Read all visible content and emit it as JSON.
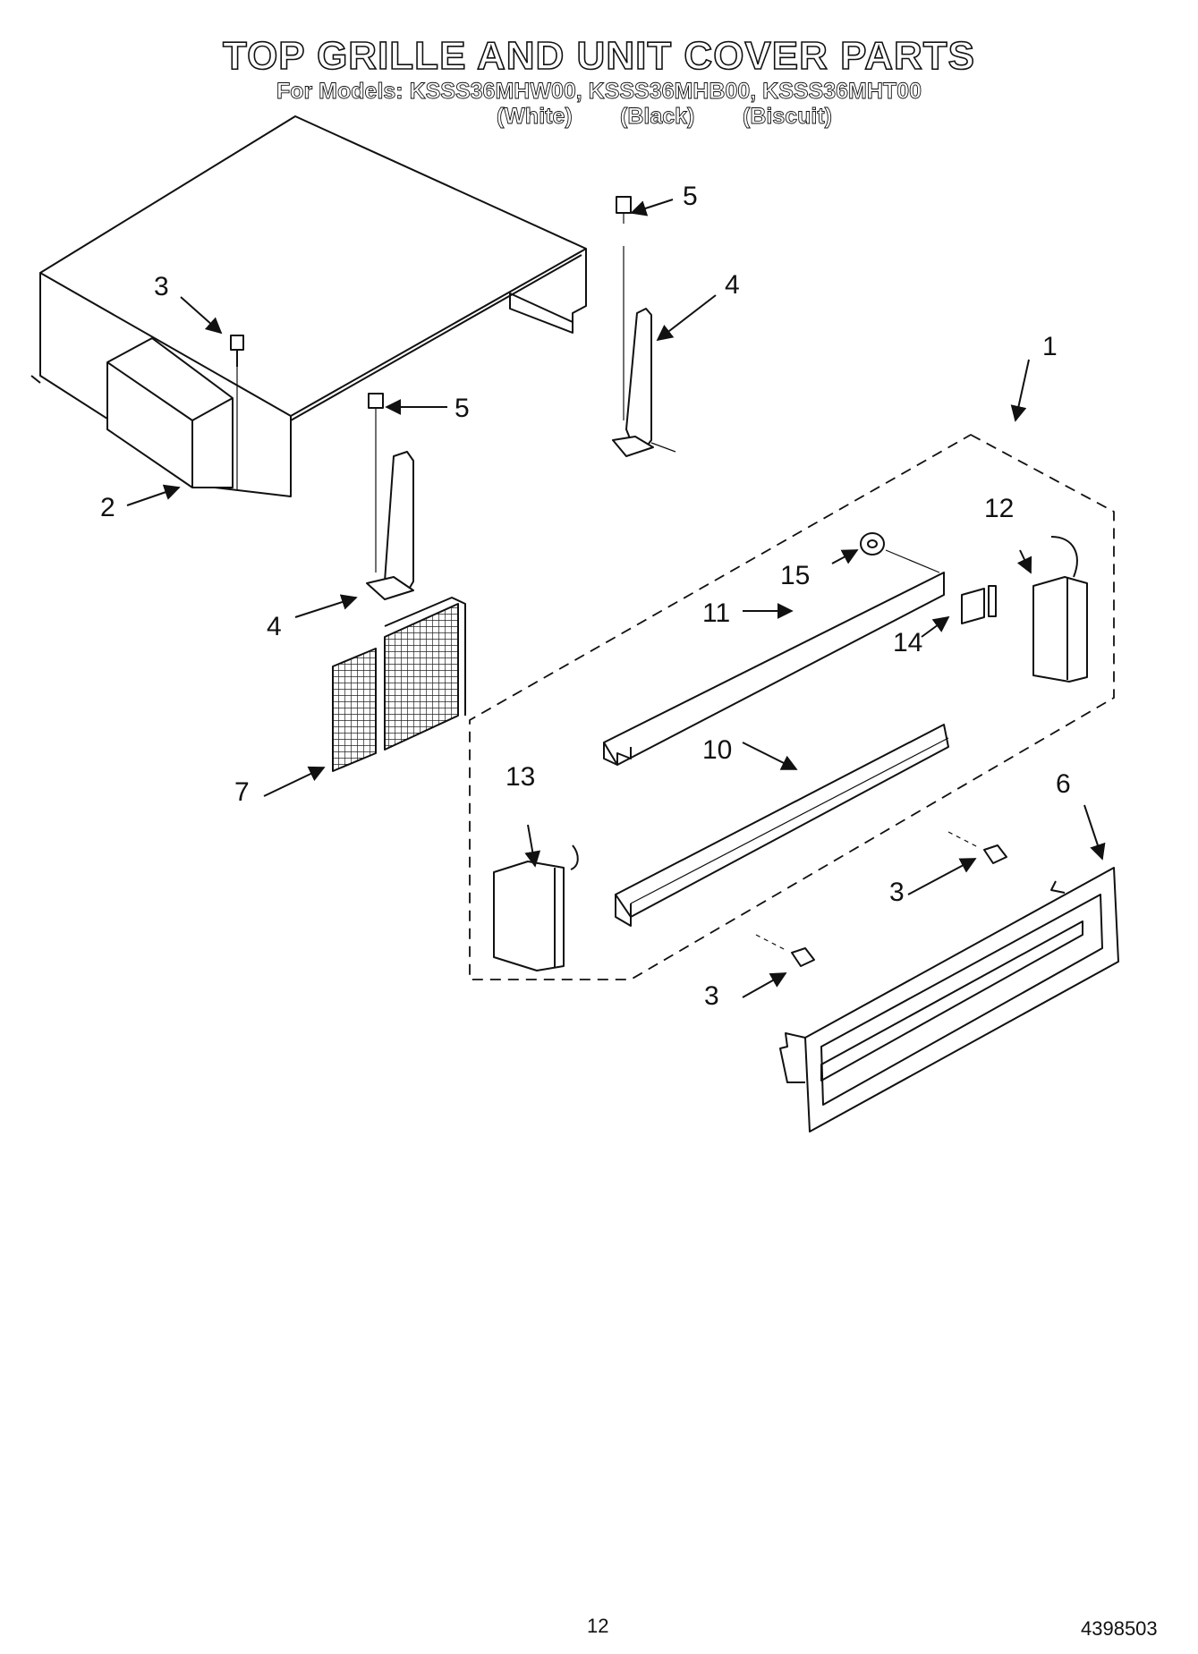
{
  "title": "TOP GRILLE AND UNIT COVER PARTS",
  "models_line": "For Models: KSSS36MHW00, KSSS36MHB00, KSSS36MHT00",
  "variants": [
    "(White)",
    "(Black)",
    "(Biscuit)"
  ],
  "callouts": [
    {
      "id": "1",
      "text": "1"
    },
    {
      "id": "2",
      "text": "2"
    },
    {
      "id": "3a",
      "text": "3"
    },
    {
      "id": "3b",
      "text": "3"
    },
    {
      "id": "3c",
      "text": "3"
    },
    {
      "id": "4a",
      "text": "4"
    },
    {
      "id": "4b",
      "text": "4"
    },
    {
      "id": "5a",
      "text": "5"
    },
    {
      "id": "5b",
      "text": "5"
    },
    {
      "id": "6",
      "text": "6"
    },
    {
      "id": "7",
      "text": "7"
    },
    {
      "id": "10",
      "text": "10"
    },
    {
      "id": "11",
      "text": "11"
    },
    {
      "id": "12",
      "text": "12"
    },
    {
      "id": "13",
      "text": "13"
    },
    {
      "id": "14",
      "text": "14"
    },
    {
      "id": "15",
      "text": "15"
    }
  ],
  "footer": {
    "page_number": "12",
    "doc_number": "4398503"
  }
}
